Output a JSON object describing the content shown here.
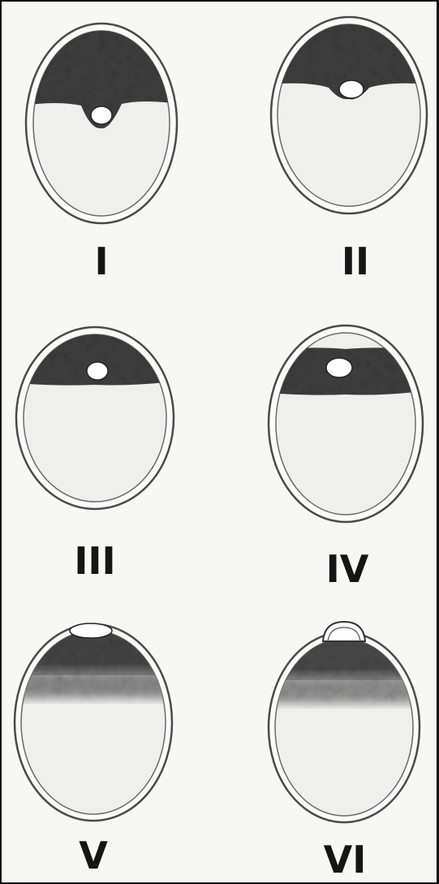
{
  "figure": {
    "stages": [
      {
        "label": "I"
      },
      {
        "label": "II"
      },
      {
        "label": "III"
      },
      {
        "label": "IV"
      },
      {
        "label": "V"
      },
      {
        "label": "VI"
      }
    ]
  },
  "colors": {
    "shell_outline": "#4a4a4a",
    "yolk": "#efefec",
    "dark_zone": "#3f3f3f",
    "vesicle": "#ffffff",
    "border": "#111111",
    "label": "#151515"
  }
}
